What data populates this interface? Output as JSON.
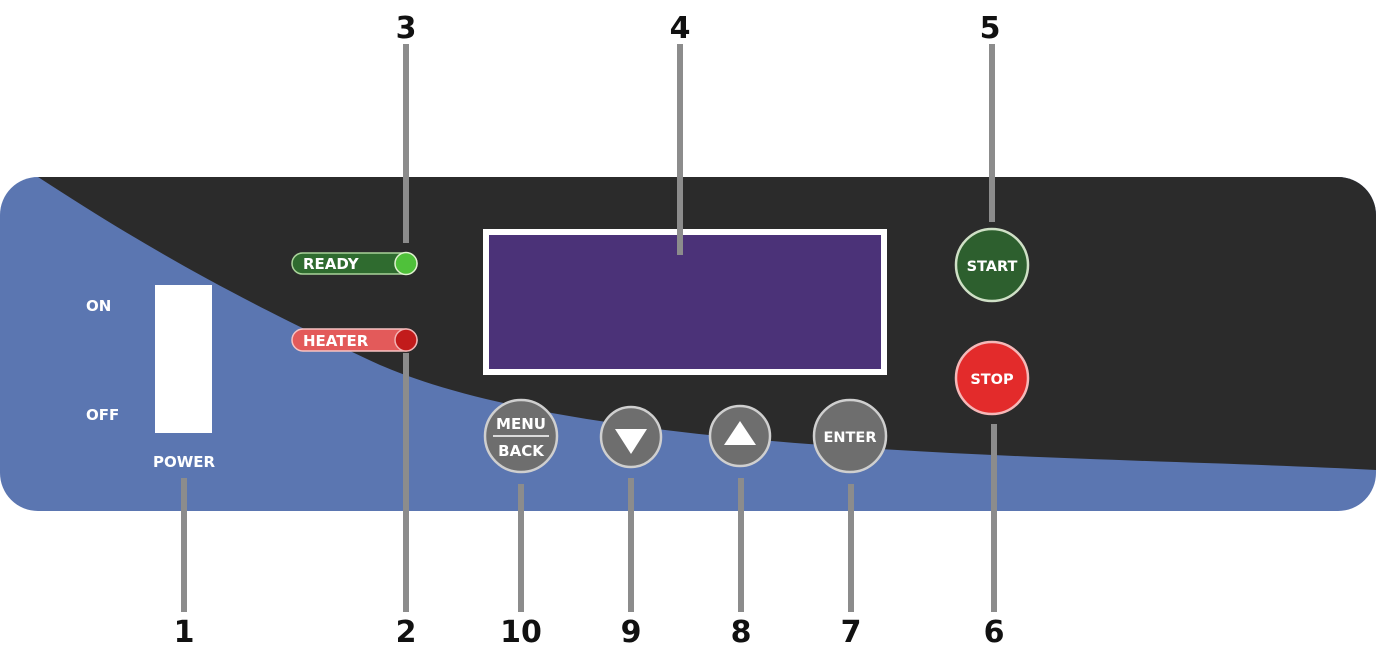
{
  "panel": {
    "power_switch": {
      "on_label": "ON",
      "off_label": "OFF",
      "name_label": "POWER"
    },
    "indicators": {
      "ready_label": "READY",
      "heater_label": "HEATER"
    },
    "buttons": {
      "menu_label": "MENU",
      "back_label": "BACK",
      "enter_label": "ENTER",
      "start_label": "START",
      "stop_label": "STOP"
    }
  },
  "callouts": {
    "c1": "1",
    "c2": "2",
    "c3": "3",
    "c4": "4",
    "c5": "5",
    "c6": "6",
    "c7": "7",
    "c8": "8",
    "c9": "9",
    "c10": "10"
  },
  "colors": {
    "panel_blue": "#5b76b1",
    "panel_dark": "#2b2b2b",
    "display_purple": "#4b3278",
    "ready_green": "#2f6b2f",
    "ready_led": "#4fc13a",
    "heater_red": "#e35a5a",
    "heater_led": "#c21b1b",
    "start_green": "#2d5f2e",
    "stop_red": "#e32b2b",
    "nav_gray": "#6e6e6e"
  }
}
